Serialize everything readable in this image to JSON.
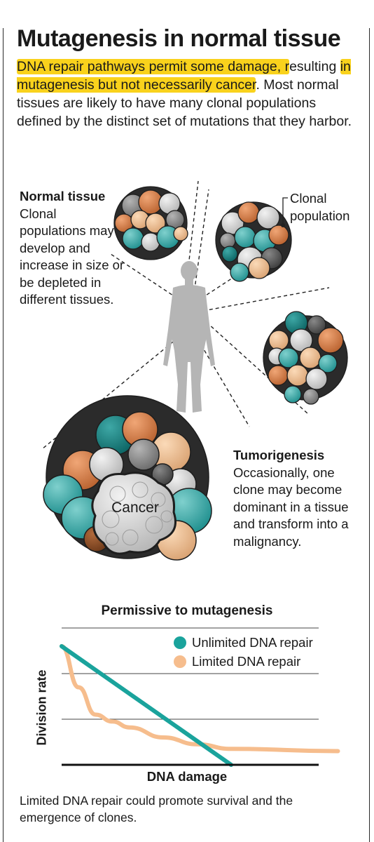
{
  "title": "Mutagenesis in normal tissue",
  "intro": {
    "highlight1": "DNA repair pathways permit some damage, r",
    "text1": "esulting ",
    "highlight2": "in mutagenesis but not necessarily cancer",
    "text2": ". Most normal tissues are likely to have many clonal populations defined by the distinct set of mutations that they harbor."
  },
  "normal_tissue": {
    "heading": "Normal tissue",
    "body": "Clonal populations may develop and increase in size or be depleted in different tissues."
  },
  "clonal_label": "Clonal population",
  "cancer_label": "Cancer",
  "tumorigenesis": {
    "heading": "Tumorigenesis",
    "body": "Occasionally, one clone may become dominant in a tissue and transform into a malignancy."
  },
  "colors": {
    "teal": "#2aa5a4",
    "orange": "#d8834f",
    "peach": "#f5b988",
    "dark_teal": "#137f7e",
    "gray": "#8d8d8d",
    "silver": "#d0d0d0"
  },
  "chart_data": {
    "type": "line",
    "title": "Permissive to mutagenesis",
    "xlabel": "DNA damage",
    "ylabel": "Division rate",
    "xlim": [
      0,
      10
    ],
    "ylim": [
      0,
      3
    ],
    "grid": true,
    "legend": "top-right",
    "series": [
      {
        "name": "Unlimited DNA repair",
        "color": "#1aa39c",
        "x": [
          0,
          10
        ],
        "y": [
          2.6,
          0
        ]
      },
      {
        "name": "Limited DNA repair",
        "color": "#f6bd8d",
        "x": [
          0,
          1,
          2,
          3,
          4,
          6,
          8,
          10,
          16.3
        ],
        "y": [
          2.6,
          1.7,
          1.1,
          0.95,
          0.82,
          0.6,
          0.45,
          0.35,
          0.3
        ]
      }
    ]
  },
  "caption": "Limited DNA repair could promote survival and the emergence of clones."
}
